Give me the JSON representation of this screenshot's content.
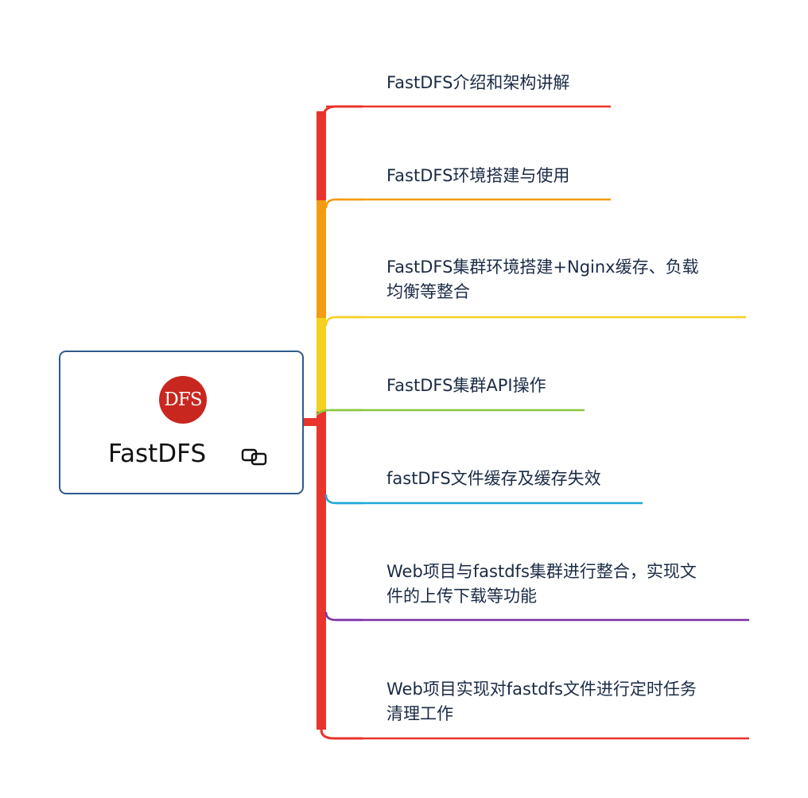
{
  "root": {
    "logo_text": "DFS",
    "title": "FastDFS",
    "link_icon": "link-icon",
    "border_color": "#2e5a8c",
    "logo_color": "#c8271f"
  },
  "branches": [
    {
      "label": "FastDFS介绍和架构讲解",
      "color": "#e8342b"
    },
    {
      "label": "FastDFS环境搭建与使用",
      "color": "#f39c12"
    },
    {
      "label": "FastDFS集群环境搭建+Nginx缓存、负载\n均衡等整合",
      "color": "#f5d020"
    },
    {
      "label": "FastDFS集群API操作",
      "color": "#8cc63f"
    },
    {
      "label": "fastDFS文件缓存及缓存失效",
      "color": "#1ea7d8"
    },
    {
      "label": "Web项目与fastdfs集群进行整合，实现文\n件的上传下载等功能",
      "color": "#7b2fa6"
    },
    {
      "label": "Web项目实现对fastdfs文件进行定时任务\n清理工作",
      "color": "#e8342b"
    }
  ]
}
